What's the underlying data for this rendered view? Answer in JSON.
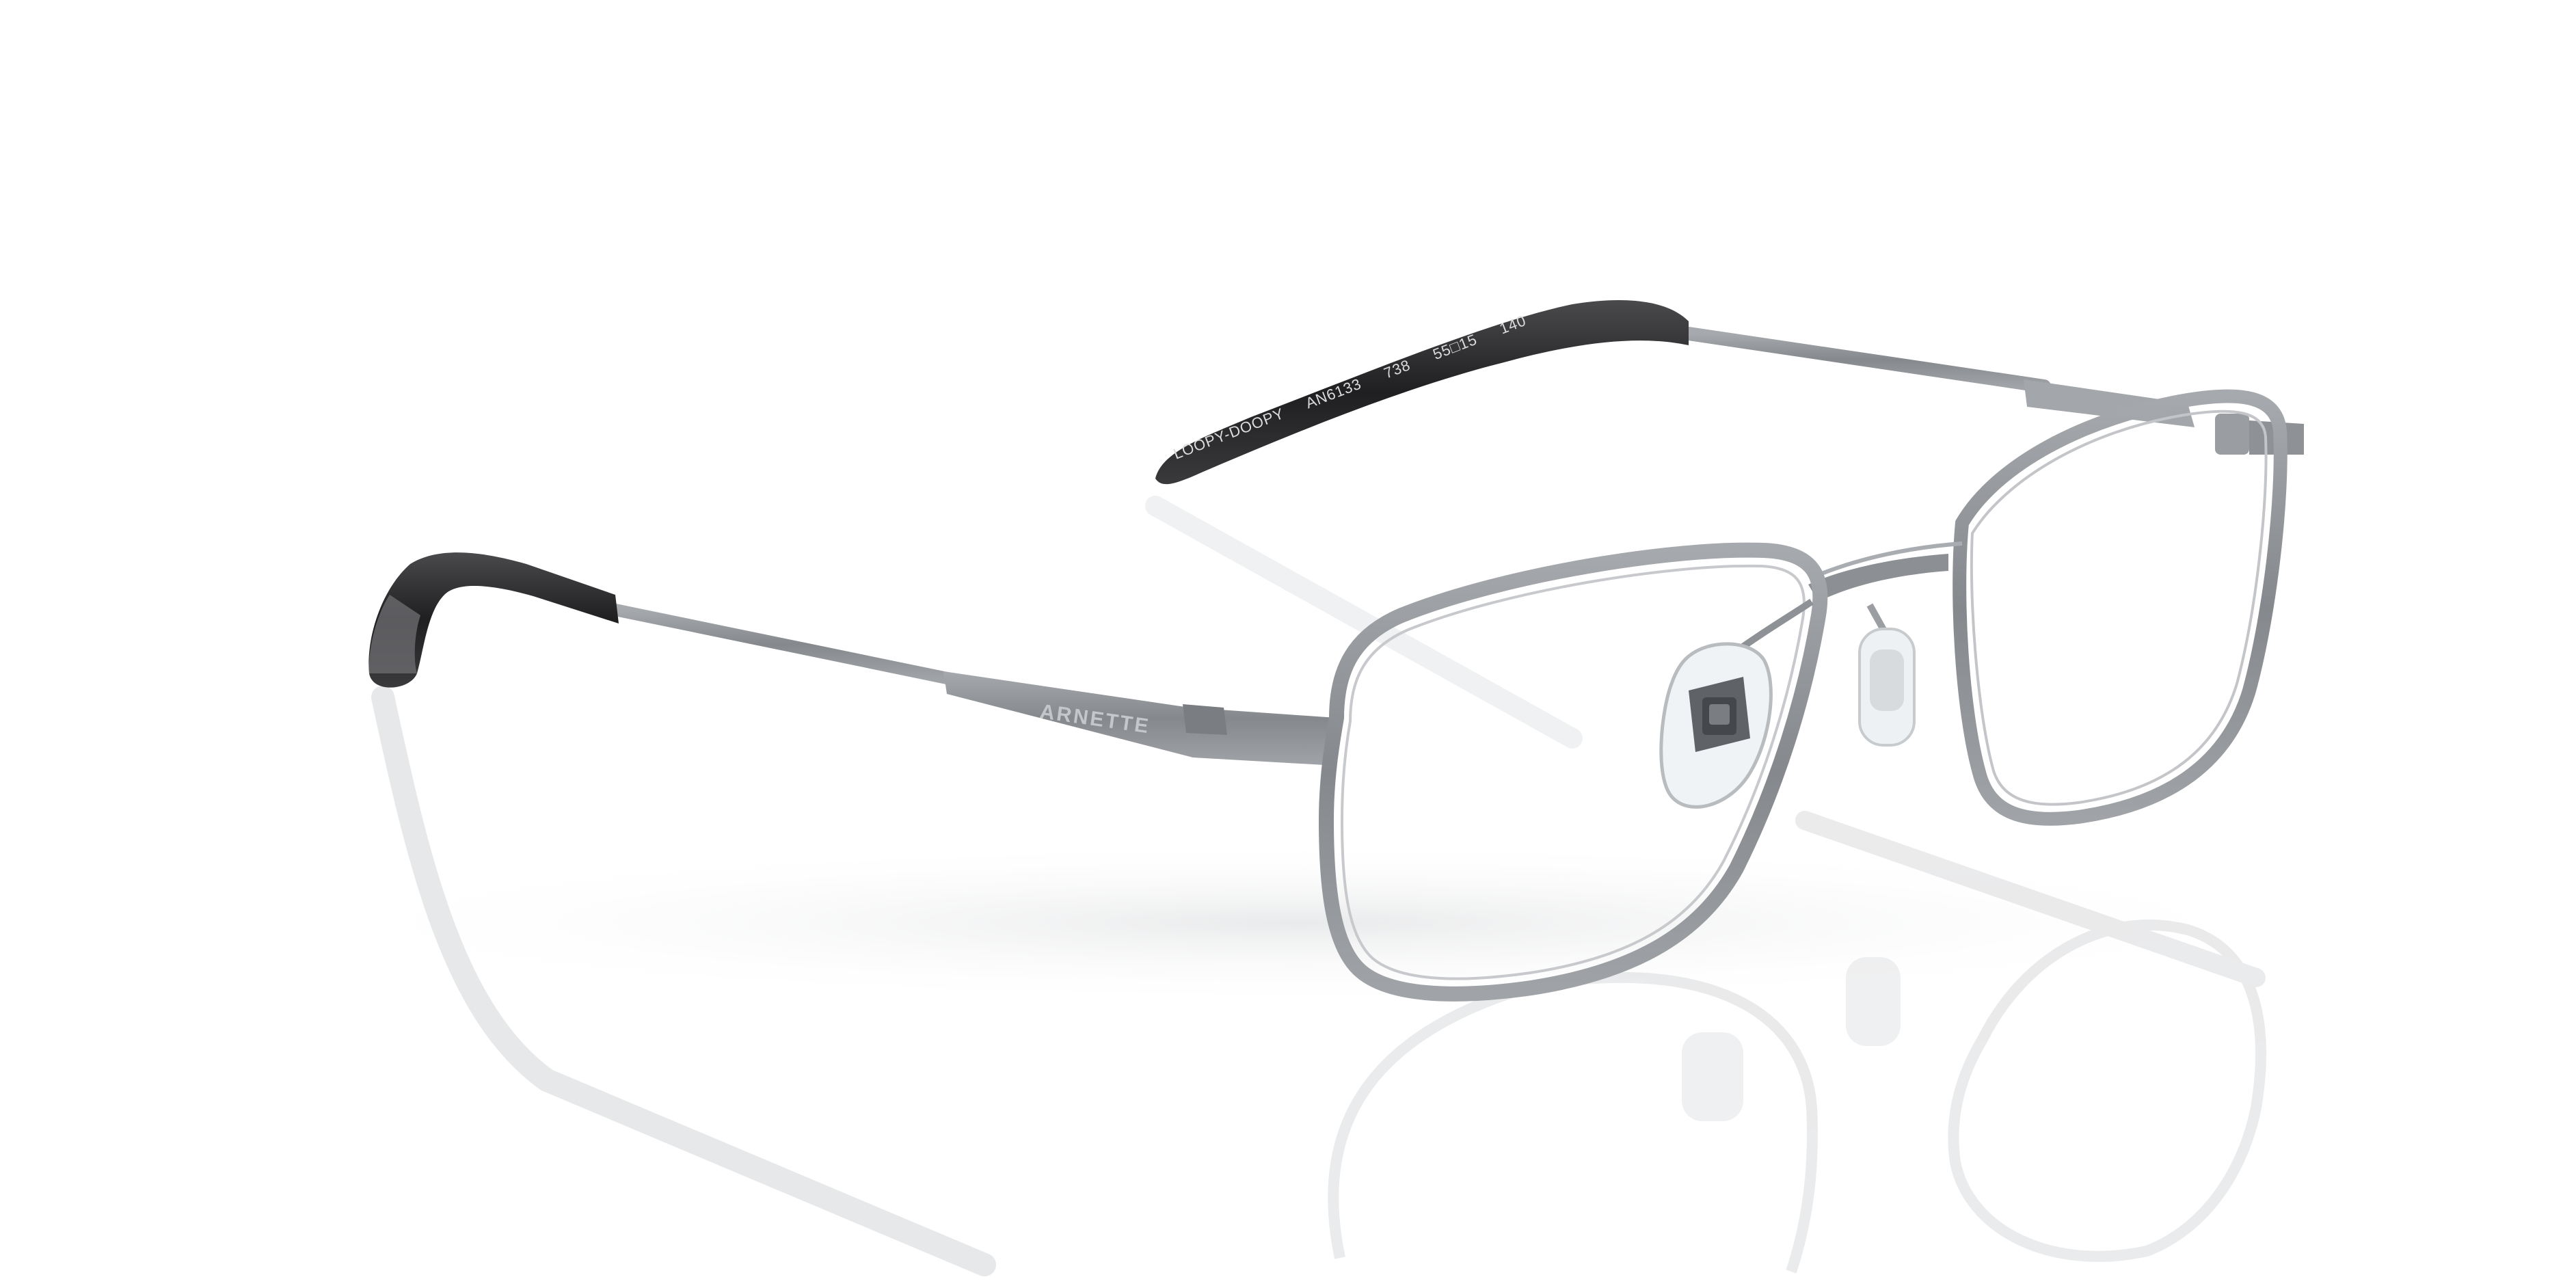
{
  "product": {
    "brand_mark": "ARNETTE",
    "temple_model_name": "LOOPY-DOOPY",
    "temple_model_code": "AN6133",
    "temple_color_code": "738",
    "temple_size": "55□15",
    "temple_length": "140"
  },
  "colors": {
    "background": "#ffffff",
    "frame_metal": "#8a8d91",
    "frame_metal_dark": "#6e7175",
    "temple_tip": "#2a2a2c",
    "nose_pad": "#e8ecef",
    "reflection": "#d8d9db"
  }
}
